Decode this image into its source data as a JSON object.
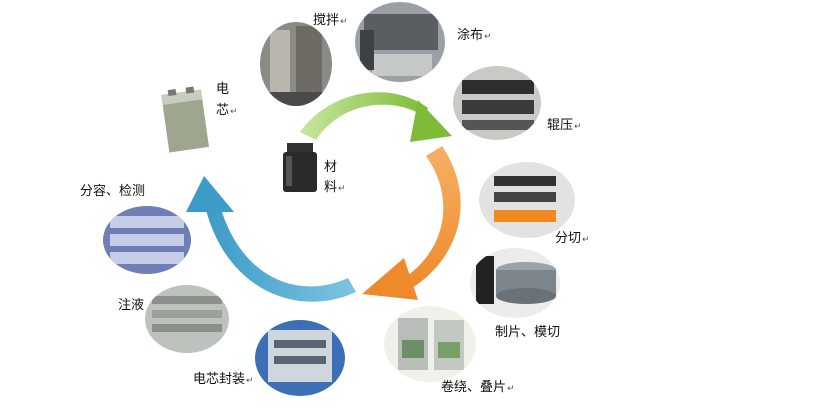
{
  "diagram": {
    "center_label_line1": "材",
    "center_label_line2": "料",
    "steps": [
      {
        "id": "mixing",
        "label": "搅拌",
        "icon": "mixer-machine-photo"
      },
      {
        "id": "coating",
        "label": "涂布",
        "icon": "coating-machine-photo"
      },
      {
        "id": "rolling",
        "label": "辊压",
        "icon": "roller-press-photo"
      },
      {
        "id": "slitting",
        "label": "分切",
        "icon": "slitting-machine-photo"
      },
      {
        "id": "punching",
        "label": "制片、模切",
        "icon": "electrode-roll-photo"
      },
      {
        "id": "winding",
        "label": "卷绕、叠片",
        "icon": "winding-cells-photo"
      },
      {
        "id": "sealing",
        "label": "电芯封装",
        "icon": "cell-packaging-machine-photo"
      },
      {
        "id": "filling",
        "label": "注液",
        "icon": "electrolyte-filling-photo"
      },
      {
        "id": "formation",
        "label": "分容、检测",
        "icon": "formation-cabinet-photo"
      }
    ],
    "cell_label_line1": "电",
    "cell_label_line2": "芯",
    "arrow_colors": {
      "green": "#8cc63f",
      "orange": "#f39a3a",
      "blue": "#4aa6cf"
    }
  }
}
